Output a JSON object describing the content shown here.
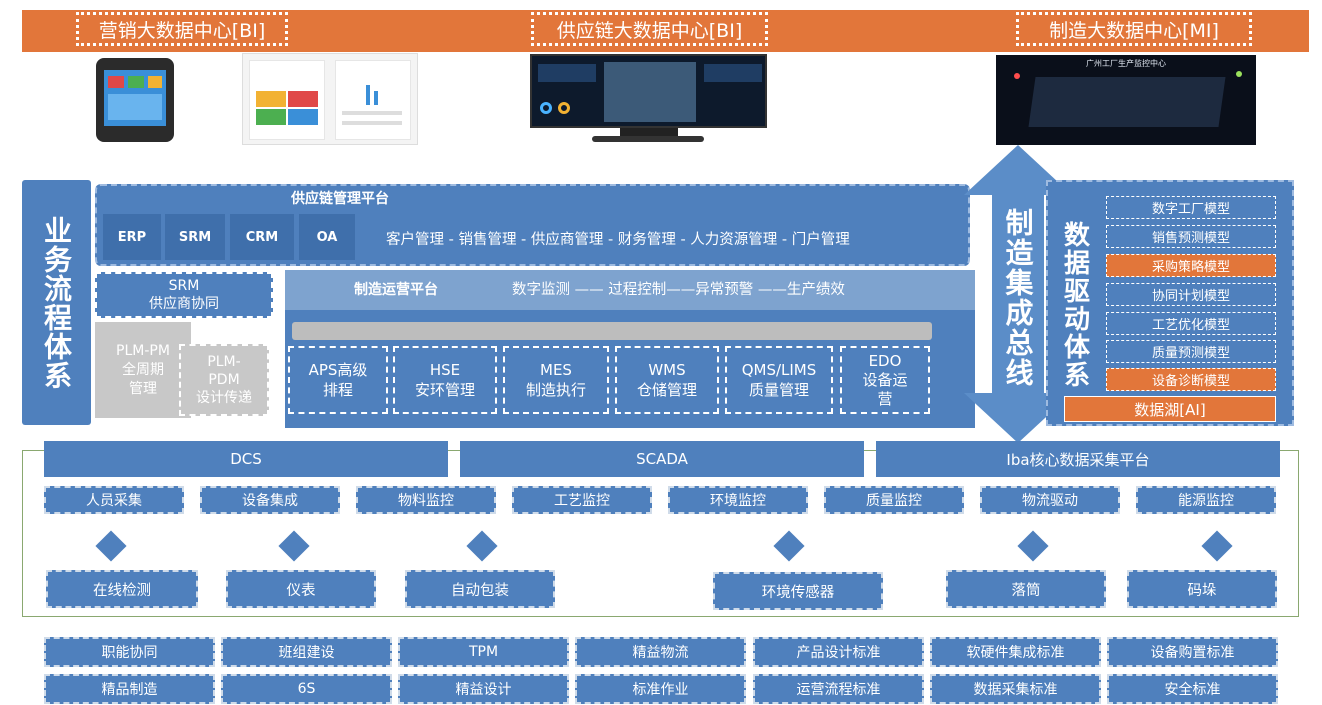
{
  "banner": {
    "marketing": "营销大数据中心[BI]",
    "supply": "供应链大数据中心[BI]",
    "manufacturing": "制造大数据中心[MI]"
  },
  "monitor_caption": "广州工厂生产监控中心",
  "business": {
    "title": "业务流程体系",
    "scm_platform": "供应链管理平台",
    "tabs": [
      "ERP",
      "SRM",
      "CRM",
      "OA"
    ],
    "scm_desc": "客户管理 - 销售管理 - 供应商管理 - 财务管理 - 人力资源管理 - 门户管理",
    "srm": "SRM\n供应商协同",
    "plm_pm": "PLM-PM\n全周期\n管理",
    "plm_pdm": "PLM-\nPDM\n设计传递",
    "mop_title": "制造运营平台",
    "mop_desc": "数字监测 —— 过程控制——异常预警 ——生产绩效",
    "modules": [
      "APS高级\n排程",
      "HSE\n安环管理",
      "MES\n制造执行",
      "WMS\n仓储管理",
      "QMS/LIMS\n质量管理",
      "EDO\n设备运\n营"
    ]
  },
  "bus": {
    "title": "制造集成总线"
  },
  "data_driven": {
    "title": "数据驱动体系",
    "models": [
      {
        "label": "数字工厂模型",
        "highlight": false
      },
      {
        "label": "销售预测模型",
        "highlight": false
      },
      {
        "label": "采购策略模型",
        "highlight": true
      },
      {
        "label": "协同计划模型",
        "highlight": false
      },
      {
        "label": "工艺优化模型",
        "highlight": false
      },
      {
        "label": "质量预测模型",
        "highlight": false
      },
      {
        "label": "设备诊断模型",
        "highlight": true
      }
    ],
    "lake": "数据湖[AI]"
  },
  "acquisition": {
    "platforms": [
      "DCS",
      "SCADA",
      "Iba核心数据采集平台"
    ],
    "items": [
      "人员采集",
      "设备集成",
      "物料监控",
      "工艺监控",
      "环境监控",
      "质量监控",
      "物流驱动",
      "能源监控"
    ],
    "devices": [
      "在线检测",
      "仪表",
      "自动包装",
      "环境传感器",
      "落筒",
      "码垛"
    ]
  },
  "foundation": {
    "row1": [
      "职能协同",
      "班组建设",
      "TPM",
      "精益物流",
      "产品设计标准",
      "软硬件集成标准",
      "设备购置标准"
    ],
    "row2": [
      "精品制造",
      "6S",
      "精益设计",
      "标准作业",
      "运营流程标准",
      "数据采集标准",
      "安全标准"
    ]
  },
  "colors": {
    "blue": "#4f80bd",
    "orange": "#e2763a",
    "gray": "#c8c8c8"
  }
}
